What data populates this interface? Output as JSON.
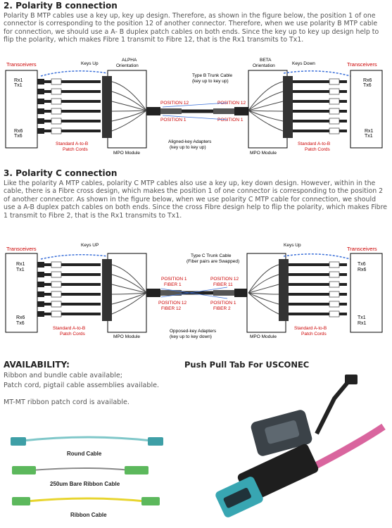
{
  "sections": {
    "b": {
      "title": "2. Polarity B connection",
      "para": "Polarity B MTP cables use a key up, key up design. Therefore, as shown in the figure below, the position 1 of one connector is corresponding to the position 12 of another connector. Therefore, when we use polarity B MTP cable for connection, we should use a A- B duplex patch cables on both ends. Since the key up to key up design help to flip the polarity, which makes Fibre 1 transmit to Fibre 12, that is the Rx1 transmits to Tx1."
    },
    "c": {
      "title": "3. Polarity C connection",
      "para": "Like the polarity A MTP cables, polarity C MTP cables also use a key up, key down design. However, within in the cable, there is a Fibre cross design, which makes the position 1 of one connector is corresponding to the position 2 of another connector. As shown in the figure below, when we use polarity C MTP cable for connection, we should use a A-B duplex patch cables on both ends. Since the cross Fibre design help to flip the polarity, which makes Fibre 1 transmit to Fibre 2, that is the Rx1 transmits to Tx1."
    }
  },
  "diagram_b": {
    "transceivers_left": "Transceivers",
    "transceivers_right": "Transceivers",
    "rx1": "Rx1",
    "tx1": "Tx1",
    "rx6": "Rx6",
    "tx6": "Tx6",
    "keys_up": "Keys Up",
    "keys_down": "Keys Down",
    "alpha_1": "ALPHA",
    "alpha_2": "Orientation",
    "beta_1": "BETA",
    "beta_2": "Orientation",
    "trunk_1": "Type B Trunk Cable",
    "trunk_2": "(key up to key up)",
    "pos12": "POSITION 12",
    "pos1": "POSITION 1",
    "r_pos12": "POSITION 12",
    "r_pos1": "POSITION 1",
    "std_1": "Standard A-to-B",
    "std_2": "Patch Cords",
    "mpo": "MPO Module",
    "adapt_1": "Aligned-key Adapters",
    "adapt_2": "(key up to key up)"
  },
  "diagram_c": {
    "transceivers_left": "Transceivers",
    "transceivers_right": "Transceivers",
    "rx1": "Rx1",
    "tx1": "Tx1",
    "rx6": "Rx6",
    "tx6": "Tx6",
    "r_tx6": "Tx6",
    "r_rx6": "Rx6",
    "r_tx1": "Tx1",
    "r_rx1": "Rx1",
    "keys_up_l": "Keys UP",
    "keys_up_r": "Keys Up",
    "trunk_1": "Type C Trunk Cable",
    "trunk_2": "(Fiber pairs are Swapped)",
    "pos1": "POSITION 1",
    "fiber1": "FIBER 1",
    "pos12": "POSITION 12",
    "fiber12": "FIBER 12",
    "r_pos12": "POSITION 12",
    "fiber11": "FIBER 11",
    "r_pos1": "POSITION 1",
    "fiber2": "FIBER 2",
    "std_1": "Standard A-to-B",
    "std_2": "Patch Cords",
    "mpo": "MPO Module",
    "adapt_1": "Opposed-key Adapters",
    "adapt_2": "(key up to key down)"
  },
  "availability": {
    "title": "AVAILABILITY:",
    "lines": [
      "Ribbon and bundle cable available;",
      "Patch cord, pigtail cable assemblies available.",
      "MT-MT ribbon patch cord is available."
    ],
    "cables": [
      "Round Cable",
      "250um Bare Ribbon Cable",
      "Ribbon Cable"
    ]
  },
  "push_pull": {
    "title": "Push Pull Tab For USCONEC"
  }
}
